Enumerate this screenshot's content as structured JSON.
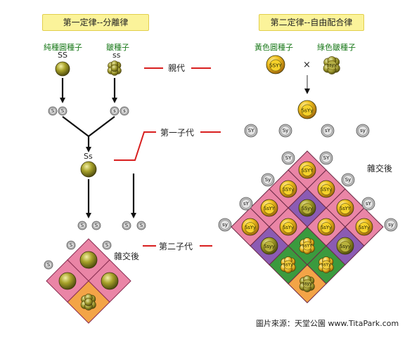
{
  "left": {
    "title": "第一定律--分離律",
    "parent1": {
      "label": "純種圓種子",
      "genotype": "SS"
    },
    "parent2": {
      "label": "皺種子",
      "genotype": "ss"
    },
    "gametes_p1": [
      "S",
      "S"
    ],
    "gametes_p2": [
      "s",
      "s"
    ],
    "f1_genotype": "Ss",
    "f1_gametes_left": [
      "S",
      "S"
    ],
    "f1_gametes_right": [
      "S",
      "S"
    ],
    "cross_label": "雜交後",
    "grid_gametes_top": [
      "S",
      "S"
    ],
    "grid_gametes_left": [
      "S"
    ]
  },
  "middle": {
    "parents": "親代",
    "first_gen": "第一子代",
    "second_gen": "第二子代"
  },
  "right": {
    "title": "第二定律--自由配合律",
    "parent1": {
      "label": "黃色圓種子",
      "genotype": "SSYY"
    },
    "parent2": {
      "label": "綠色皺種子",
      "genotype": "ssyy"
    },
    "cross_symbol": "×",
    "f1_genotype": "SsYy",
    "gametes": [
      "SY",
      "Sy",
      "sY",
      "sy"
    ],
    "cross_label": "雜交後",
    "grid_rows": [
      [
        "SSYY",
        "SSYy",
        "SsYY",
        "SsYy"
      ],
      [
        "SSYy",
        "SSyy",
        "SsYy",
        "Ssyy"
      ],
      [
        "SsYY",
        "SsYy",
        "ssYY",
        "ssYy"
      ],
      [
        "SsYy",
        "Ssyy",
        "ssYy",
        "ssyy"
      ]
    ]
  },
  "credit": "圖片來源：天堂公園 www.TitaPark.com",
  "colors": {
    "pink": "#ea85a6",
    "purple": "#8b5bb3",
    "green": "#3b9a3e",
    "orange": "#f3a447",
    "seed": "#8f8a22",
    "red_line": "#d81f1f"
  }
}
